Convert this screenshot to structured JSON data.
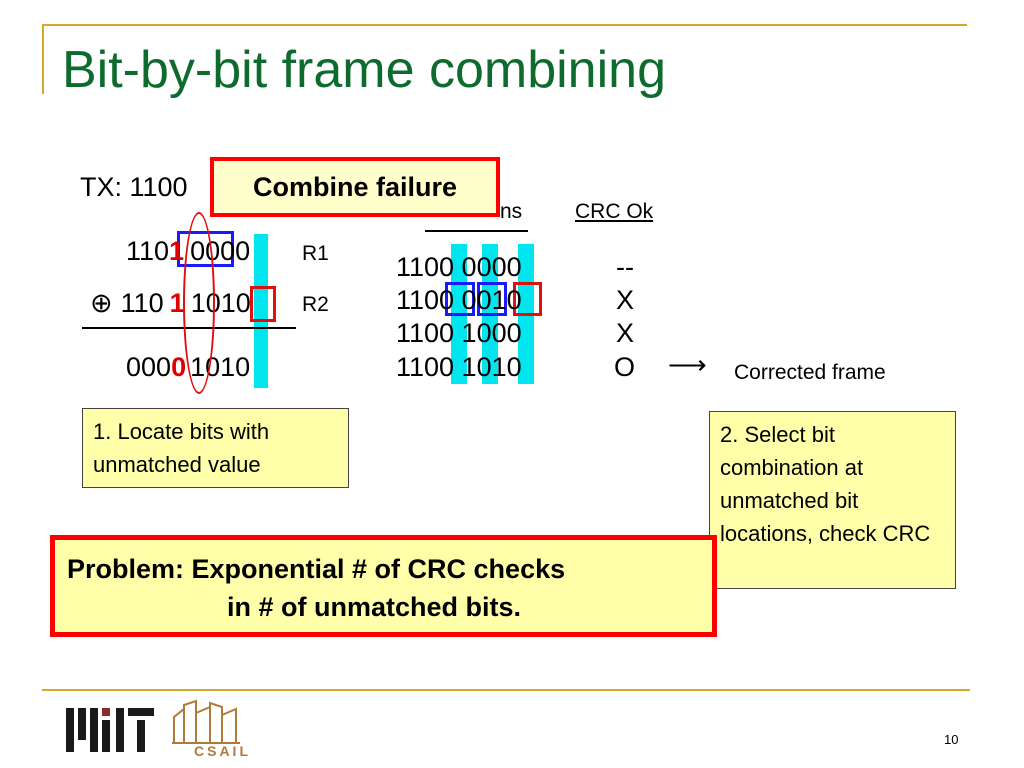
{
  "slide": {
    "title": "Bit-by-bit frame combining",
    "page_number": "10"
  },
  "tx_label": "TX: 1100",
  "combine_failure": "Combine failure",
  "left": {
    "r1": {
      "prefix": "110",
      "bit": "1",
      "suffix": "0000",
      "label": "R1"
    },
    "r2": {
      "symbol": "⊕",
      "prefix": "110",
      "bit": "1",
      "suffix": "1010",
      "label": "R2"
    },
    "result": {
      "prefix": "000",
      "bit": "0",
      "suffix": "1010"
    }
  },
  "table": {
    "col1_header": "ns",
    "col2_header": "CRC Ok",
    "rows": [
      {
        "bits": "1100 0000",
        "crc": "--"
      },
      {
        "bits": "1100 0010",
        "crc": "X"
      },
      {
        "bits": "1100 1000",
        "crc": "X"
      },
      {
        "bits": "1100 1010",
        "crc": "O"
      }
    ],
    "arrow": "⟶",
    "corrected_label": "Corrected frame"
  },
  "notes": {
    "step1": "1. Locate bits with unmatched value",
    "step2": "2. Select bit combination at unmatched bit locations, check CRC"
  },
  "problem": {
    "line1": "Problem: Exponential # of CRC checks",
    "line2": "in # of unmatched bits."
  },
  "logos": {
    "mit": "MIT",
    "csail": "CSAIL"
  },
  "colors": {
    "title": "#0e6b2e",
    "rule": "#d4a829",
    "highlight": "#00e5ee",
    "alert": "#ff0000",
    "note_bg": "#ffffaa"
  }
}
